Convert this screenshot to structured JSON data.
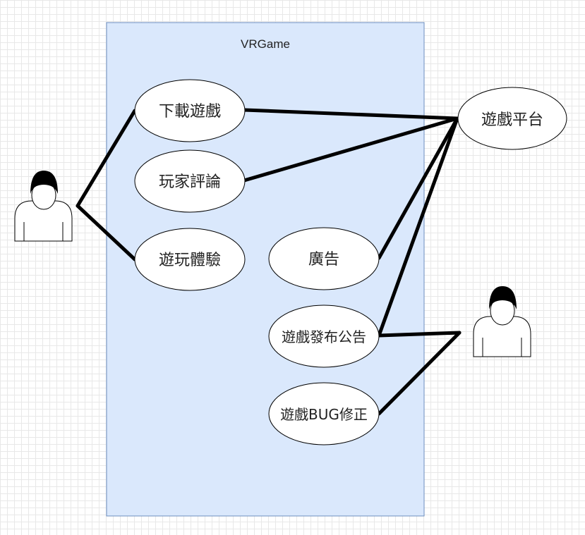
{
  "diagram": {
    "system": {
      "title": "VRGame",
      "fill": "#dae8fc",
      "stroke": "#6c8ebf"
    },
    "use_cases": [
      {
        "id": "download",
        "label": "下載遊戲"
      },
      {
        "id": "review",
        "label": "玩家評論"
      },
      {
        "id": "play",
        "label": "遊玩體驗"
      },
      {
        "id": "ads",
        "label": "廣告"
      },
      {
        "id": "announce",
        "label": "遊戲發布公告"
      },
      {
        "id": "bugfix",
        "label": "遊戲BUG修正"
      }
    ],
    "external": {
      "platform": {
        "label": "遊戲平台"
      }
    },
    "actors": [
      {
        "id": "player",
        "label": ""
      },
      {
        "id": "developer",
        "label": ""
      }
    ]
  }
}
